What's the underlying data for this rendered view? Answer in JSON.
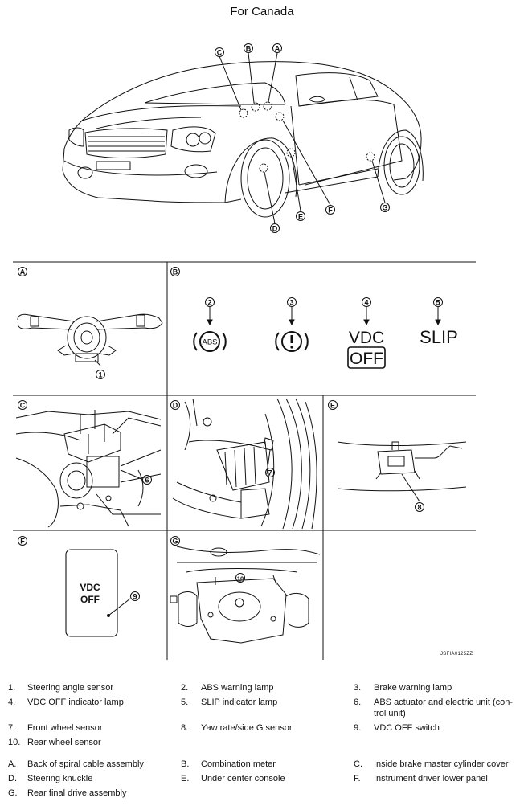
{
  "title": "For Canada",
  "callouts": {
    "A": "A",
    "B": "B",
    "C": "C",
    "D": "D",
    "E": "E",
    "F": "F",
    "G": "G",
    "n1": "1",
    "n2": "2",
    "n3": "3",
    "n4": "4",
    "n5": "5",
    "n6": "6",
    "n7": "7",
    "n8": "8",
    "n9": "9",
    "n10": "10"
  },
  "meter_labels": {
    "abs": "ABS",
    "vdc_top": "VDC",
    "vdc_bottom": "OFF",
    "slip": "SLIP"
  },
  "switch_label": {
    "line1": "VDC",
    "line2": "OFF"
  },
  "figure_code": "JSFIA0125ZZ",
  "components": [
    {
      "num": "1.",
      "text": "Steering angle sensor"
    },
    {
      "num": "2.",
      "text": "ABS warning lamp"
    },
    {
      "num": "3.",
      "text": "Brake warning lamp"
    },
    {
      "num": "4.",
      "text": "VDC OFF indicator lamp"
    },
    {
      "num": "5.",
      "text": "SLIP indicator lamp"
    },
    {
      "num": "6.",
      "text": "ABS actuator and electric unit (con-",
      "text2": "trol unit)"
    },
    {
      "num": "7.",
      "text": "Front wheel sensor"
    },
    {
      "num": "8.",
      "text": "Yaw rate/side G sensor"
    },
    {
      "num": "9.",
      "text": "VDC OFF switch"
    },
    {
      "num": "10.",
      "text": "Rear wheel sensor"
    }
  ],
  "locations": [
    {
      "num": "A.",
      "text": "Back of spiral cable assembly"
    },
    {
      "num": "B.",
      "text": "Combination meter"
    },
    {
      "num": "C.",
      "text": "Inside brake master cylinder cover"
    },
    {
      "num": "D.",
      "text": "Steering knuckle"
    },
    {
      "num": "E.",
      "text": "Under center console"
    },
    {
      "num": "F.",
      "text": "Instrument driver lower panel"
    },
    {
      "num": "G.",
      "text": "Rear final drive assembly"
    }
  ]
}
